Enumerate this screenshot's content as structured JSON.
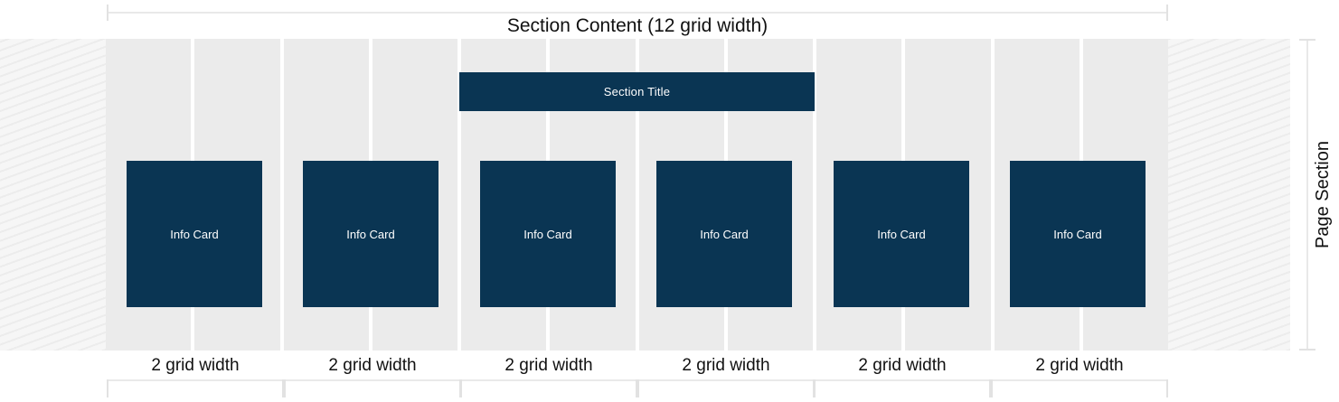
{
  "annotations": {
    "top_label": "Section Content (12 grid width)",
    "right_label": "Page Section",
    "column_labels": [
      "2 grid width",
      "2 grid width",
      "2 grid width",
      "2 grid width",
      "2 grid width",
      "2 grid width"
    ]
  },
  "section": {
    "title": "Section Title",
    "cards": [
      {
        "label": "Info Card"
      },
      {
        "label": "Info Card"
      },
      {
        "label": "Info Card"
      },
      {
        "label": "Info Card"
      },
      {
        "label": "Info Card"
      },
      {
        "label": "Info Card"
      }
    ]
  },
  "grid": {
    "total_columns": 12,
    "column_span_per_card": 2,
    "title_span": 4
  },
  "colors": {
    "block_fill": "#0a3553",
    "block_text": "#ffffff",
    "grid_column": "#ebebeb",
    "grid_gutter": "#ffffff",
    "margin_hatch": "#f2f2f2",
    "annotation_line": "#e9e9e9",
    "annotation_text": "#111111",
    "page_background": "#ffffff"
  }
}
